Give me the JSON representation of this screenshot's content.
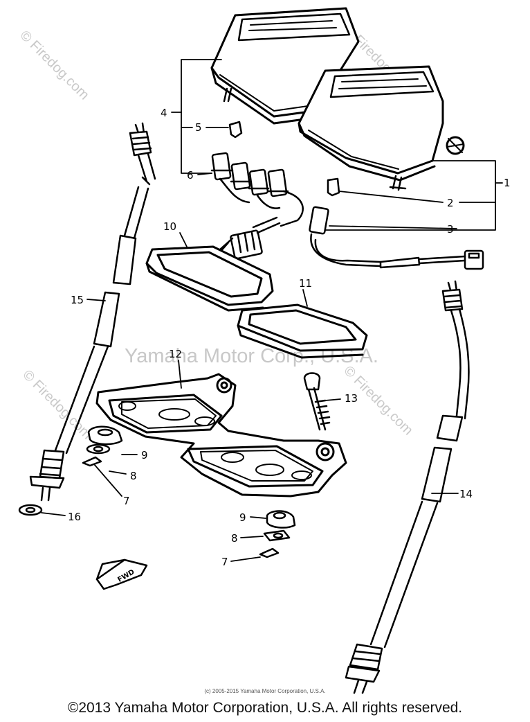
{
  "watermarks": {
    "site": "© Firedog.com",
    "center": "Yamaha Motor Corp., U.S.A."
  },
  "callouts": [
    "1",
    "2",
    "3",
    "4",
    "5",
    "6",
    "7",
    "8",
    "9",
    "10",
    "11",
    "12",
    "13",
    "14",
    "15",
    "16"
  ],
  "fwd_label": "FWD",
  "fine_print": "(c) 2005-2015 Yamaha Motor Corporation, U.S.A.",
  "footer": "©2013 Yamaha Motor Corporation, U.S.A. All rights reserved."
}
